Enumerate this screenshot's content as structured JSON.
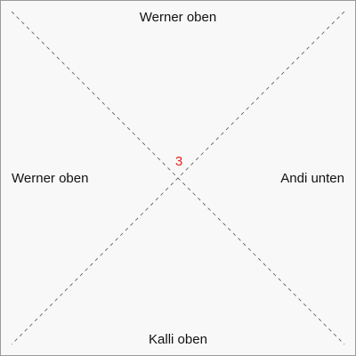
{
  "labels": {
    "top": "Werner oben",
    "left": "Werner oben",
    "right": "Andi unten",
    "bottom": "Kalli oben"
  },
  "center": {
    "number": "3",
    "color": "#e8221a"
  },
  "colors": {
    "lines": "#555555",
    "background": "#f8f8f8",
    "border": "#9a9a9a"
  }
}
